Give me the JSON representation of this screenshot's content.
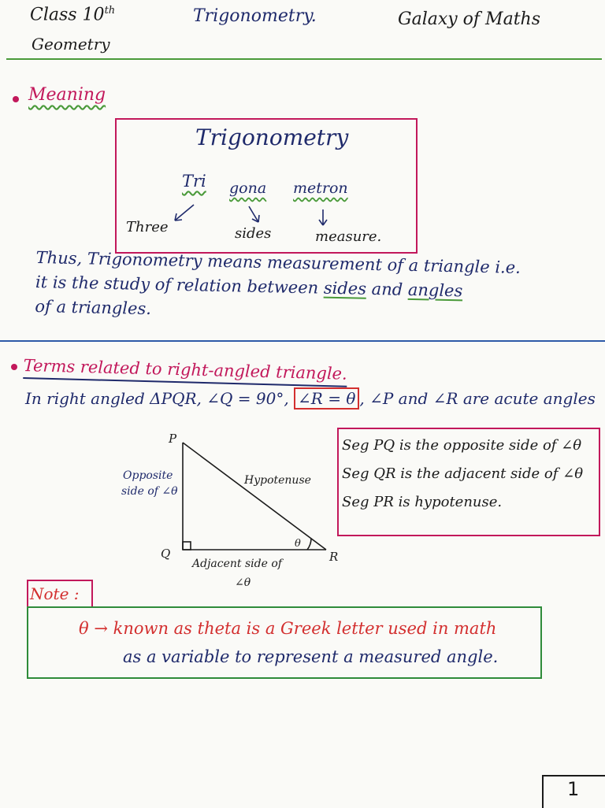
{
  "header": {
    "class": "Class 10",
    "class_sup": "th",
    "subject": "Geometry",
    "title": "Trigonometry.",
    "brand": "Galaxy of Maths"
  },
  "meaning": {
    "label": "Meaning",
    "box": {
      "title": "Trigonometry",
      "part_1": "Tri",
      "part_2": "gona",
      "part_3": "metron",
      "meaning_1": "Three",
      "meaning_2": "sides",
      "meaning_3": "measure."
    },
    "para_lead": "Thus, Trigonometry means measurement of a triangle i.e.",
    "para_line2_start": "it is the study of relation between",
    "para_sides": "sides",
    "para_and": "and",
    "para_angles": "angles",
    "para_line3": "of a triangles."
  },
  "terms": {
    "label": "Terms related to right-angled triangle.",
    "line_start": "In right angled ΔPQR, ∠Q = 90°,",
    "line_boxed": "∠R = θ",
    "line_end": ", ∠P and ∠R are acute angles",
    "triangle": {
      "vertex_p": "P",
      "vertex_q": "Q",
      "vertex_r": "R",
      "theta": "θ",
      "opposite_1": "Opposite",
      "opposite_2": "side of ∠θ",
      "hypotenuse": "Hypotenuse",
      "adjacent_1": "Adjacent side of",
      "adjacent_2": "∠θ"
    },
    "facts": [
      "Seg PQ is the opposite side of ∠θ",
      "Seg QR is the adjacent side of ∠θ",
      "Seg PR is hypotenuse."
    ]
  },
  "note": {
    "label": "Note :",
    "line_1": "θ → known as theta is a Greek letter used in math",
    "line_2": "as a variable to represent a measured angle."
  },
  "page_number": "1",
  "colors": {
    "navy_ink": "#1f2a6b",
    "pink_ink": "#c2185b",
    "red_ink": "#d32f2f",
    "green_rule": "#4a9a3a",
    "blue_rule": "#2e5aa8"
  }
}
